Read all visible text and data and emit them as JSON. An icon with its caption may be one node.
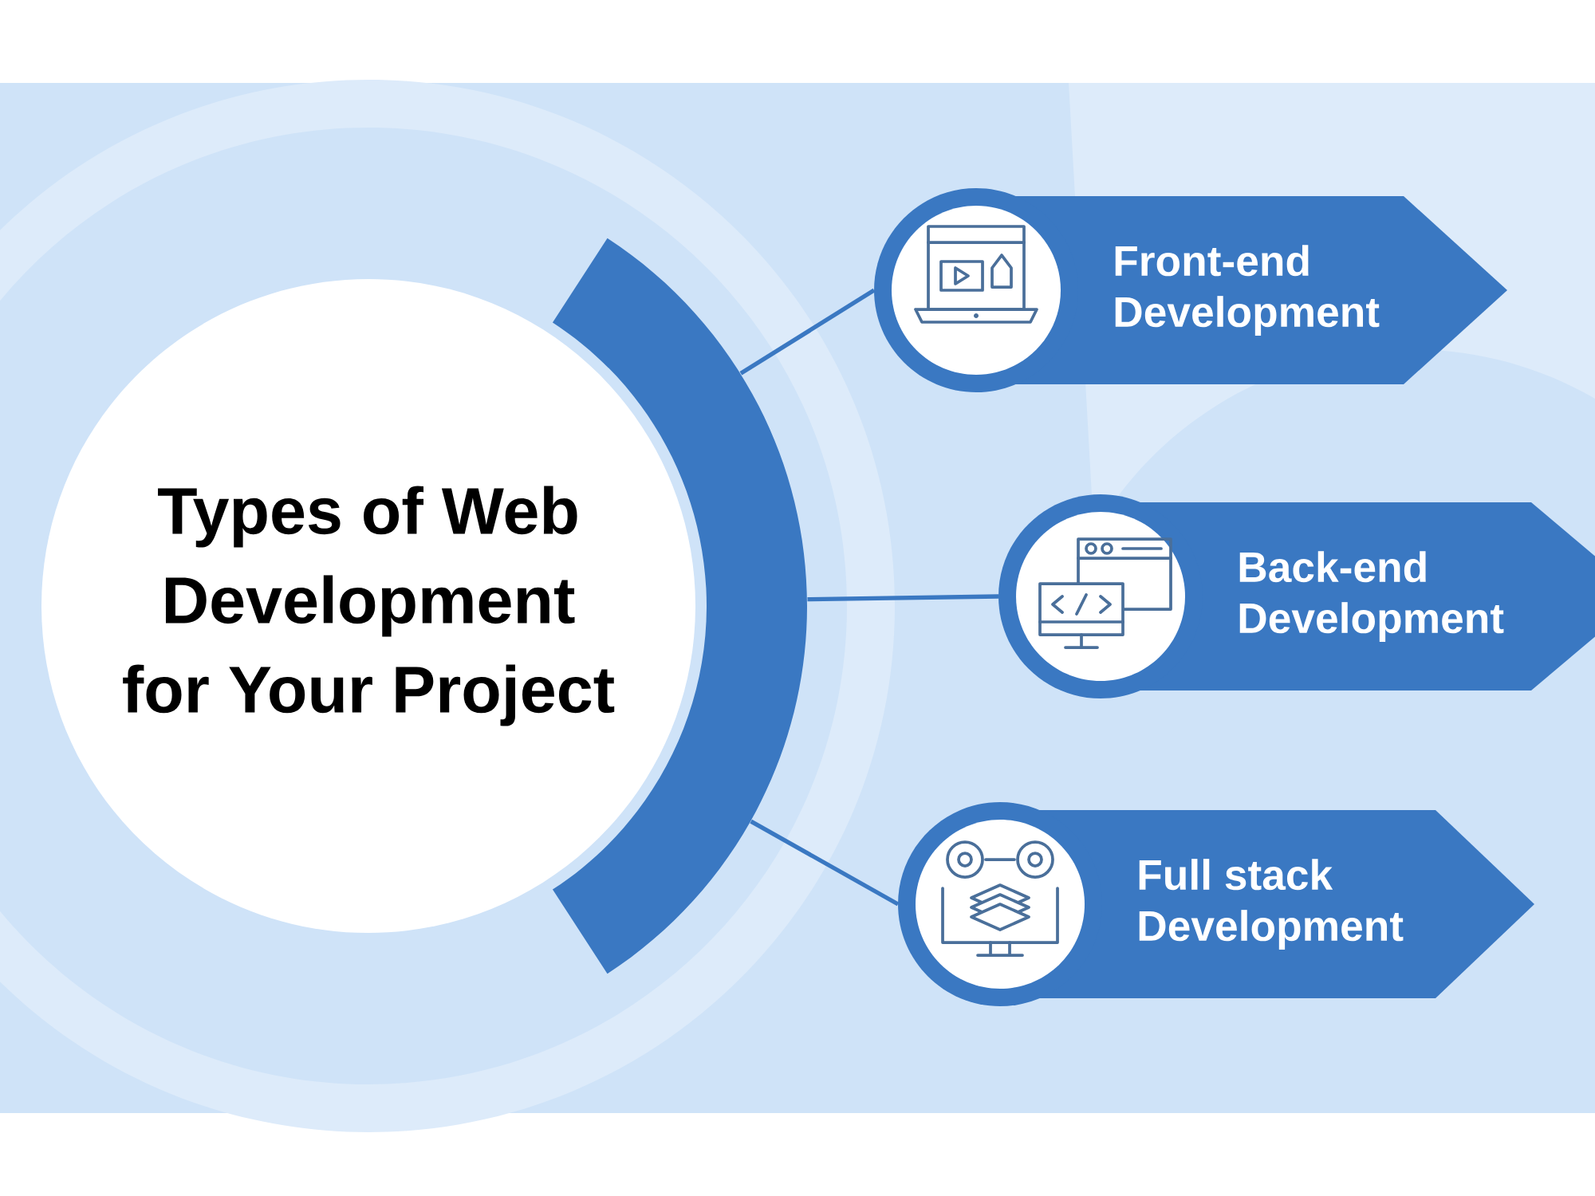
{
  "diagram": {
    "nodes": [
      {
        "text": [
          "Types of Web Development for Your Project"
        ]
      },
      {
        "text": [
          "Front-end Development"
        ]
      },
      {
        "text": [
          "Back-end Development"
        ]
      },
      {
        "text": [
          "Full stack Development"
        ]
      }
    ],
    "edges": [
      {
        "from": 0,
        "to": 1,
        "arrow": "none"
      },
      {
        "from": 0,
        "to": 2,
        "arrow": "none"
      },
      {
        "from": 0,
        "to": 3,
        "arrow": "none"
      }
    ]
  }
}
